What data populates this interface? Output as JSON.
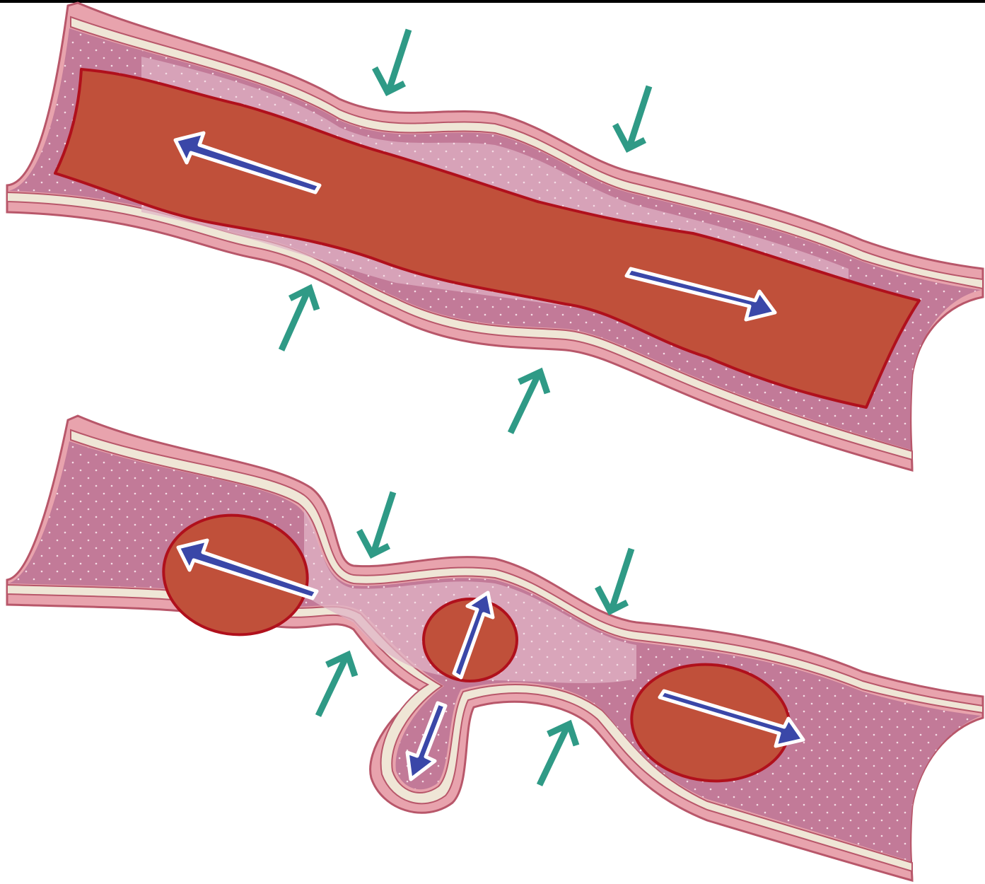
{
  "colors": {
    "outer_wall": "#e8a3ad",
    "outer_wall_stroke": "#b8576a",
    "bone_band": "#efe6d6",
    "bone_dots": "#c49a92",
    "tissue": "#c27a98",
    "tissue_light": "#e0b4c6",
    "lumen": "#c0503a",
    "lumen_stroke": "#b0101c",
    "flow_arrow": "#3a47a8",
    "flow_arrow_outline": "#ffffff",
    "pressure_arrow": "#2f9a86",
    "frame": "#000000"
  },
  "icons": {
    "pressure": "teal-pressure-arrow-icon",
    "flow": "blue-flow-arrow-icon"
  },
  "panels": [
    {
      "name": "top-vessel",
      "state": "continuous lumen"
    },
    {
      "name": "bottom-vessel",
      "state": "segmented lumen with side pouch"
    }
  ]
}
